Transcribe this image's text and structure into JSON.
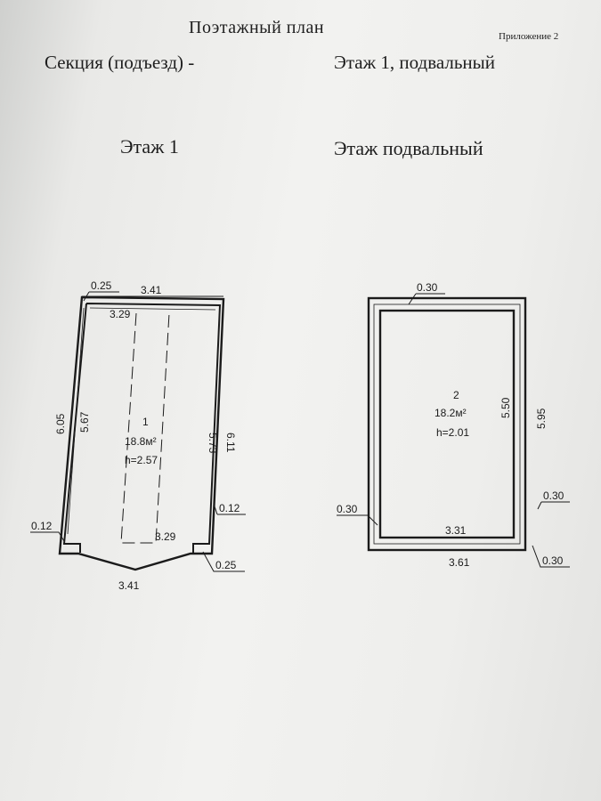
{
  "header": {
    "title": "Поэтажный план",
    "appendix": "Приложение 2",
    "section_label": "Секция (подъезд) -",
    "floors_label": "Этаж 1, подвальный"
  },
  "plan_left": {
    "heading": "Этаж 1",
    "room_number": "1",
    "room_area": "18.8м²",
    "room_height": "h=2.57",
    "dims": {
      "wall_top": "0.25",
      "outer_top": "3.41",
      "inner_top": "3.29",
      "outer_left": "6.05",
      "inner_left": "5.67",
      "inner_right": "5.73",
      "outer_right": "6.11",
      "wall_right": "0.12",
      "wall_left": "0.12",
      "inner_bottom": "3.29",
      "wall_bottom": "0.25",
      "outer_bottom": "3.41"
    }
  },
  "plan_right": {
    "heading": "Этаж подвальный",
    "room_number": "2",
    "room_area": "18.2м²",
    "room_height": "h=2.01",
    "dims": {
      "wall_top": "0.30",
      "inner_right": "5.50",
      "outer_right": "5.95",
      "wall_right": "0.30",
      "wall_left": "0.30",
      "inner_bottom": "3.31",
      "outer_bottom": "3.61",
      "wall_bottom": "0.30"
    }
  }
}
